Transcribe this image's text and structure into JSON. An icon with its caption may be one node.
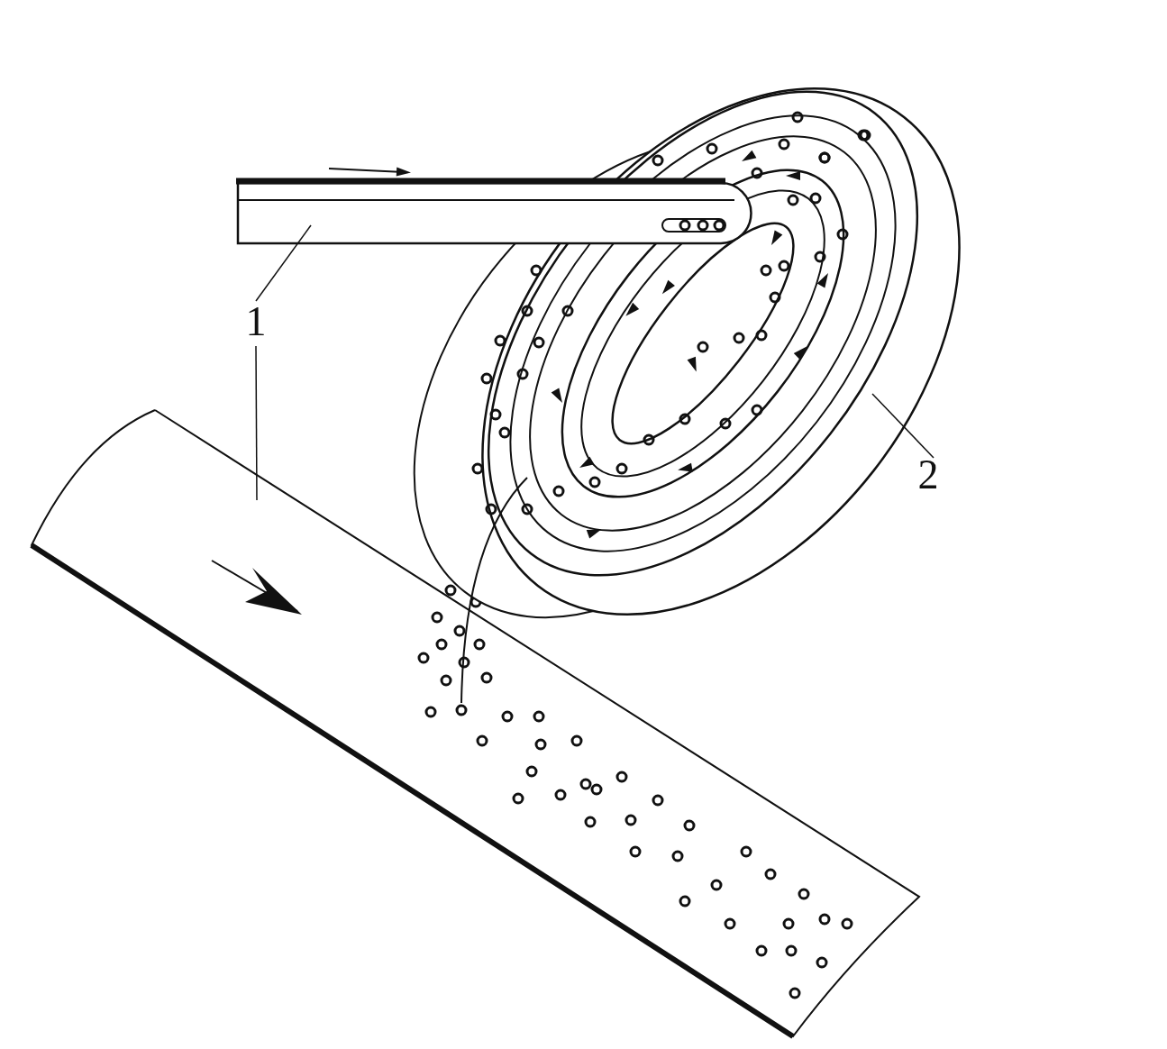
{
  "diagram": {
    "nodes": [
      {
        "text": [
          "1"
        ]
      },
      {
        "text": [],
        "shape": "bar"
      },
      {
        "text": [],
        "shape": "picture"
      },
      {
        "text": [
          "2"
        ]
      },
      {
        "text": [],
        "shape": "picture"
      }
    ],
    "edges": [
      {
        "from": 0,
        "to": 1,
        "arrow": "none"
      },
      {
        "from": 0,
        "to": 2,
        "arrow": "none"
      },
      {
        "from": 3,
        "to": 4,
        "arrow": "none"
      }
    ]
  }
}
